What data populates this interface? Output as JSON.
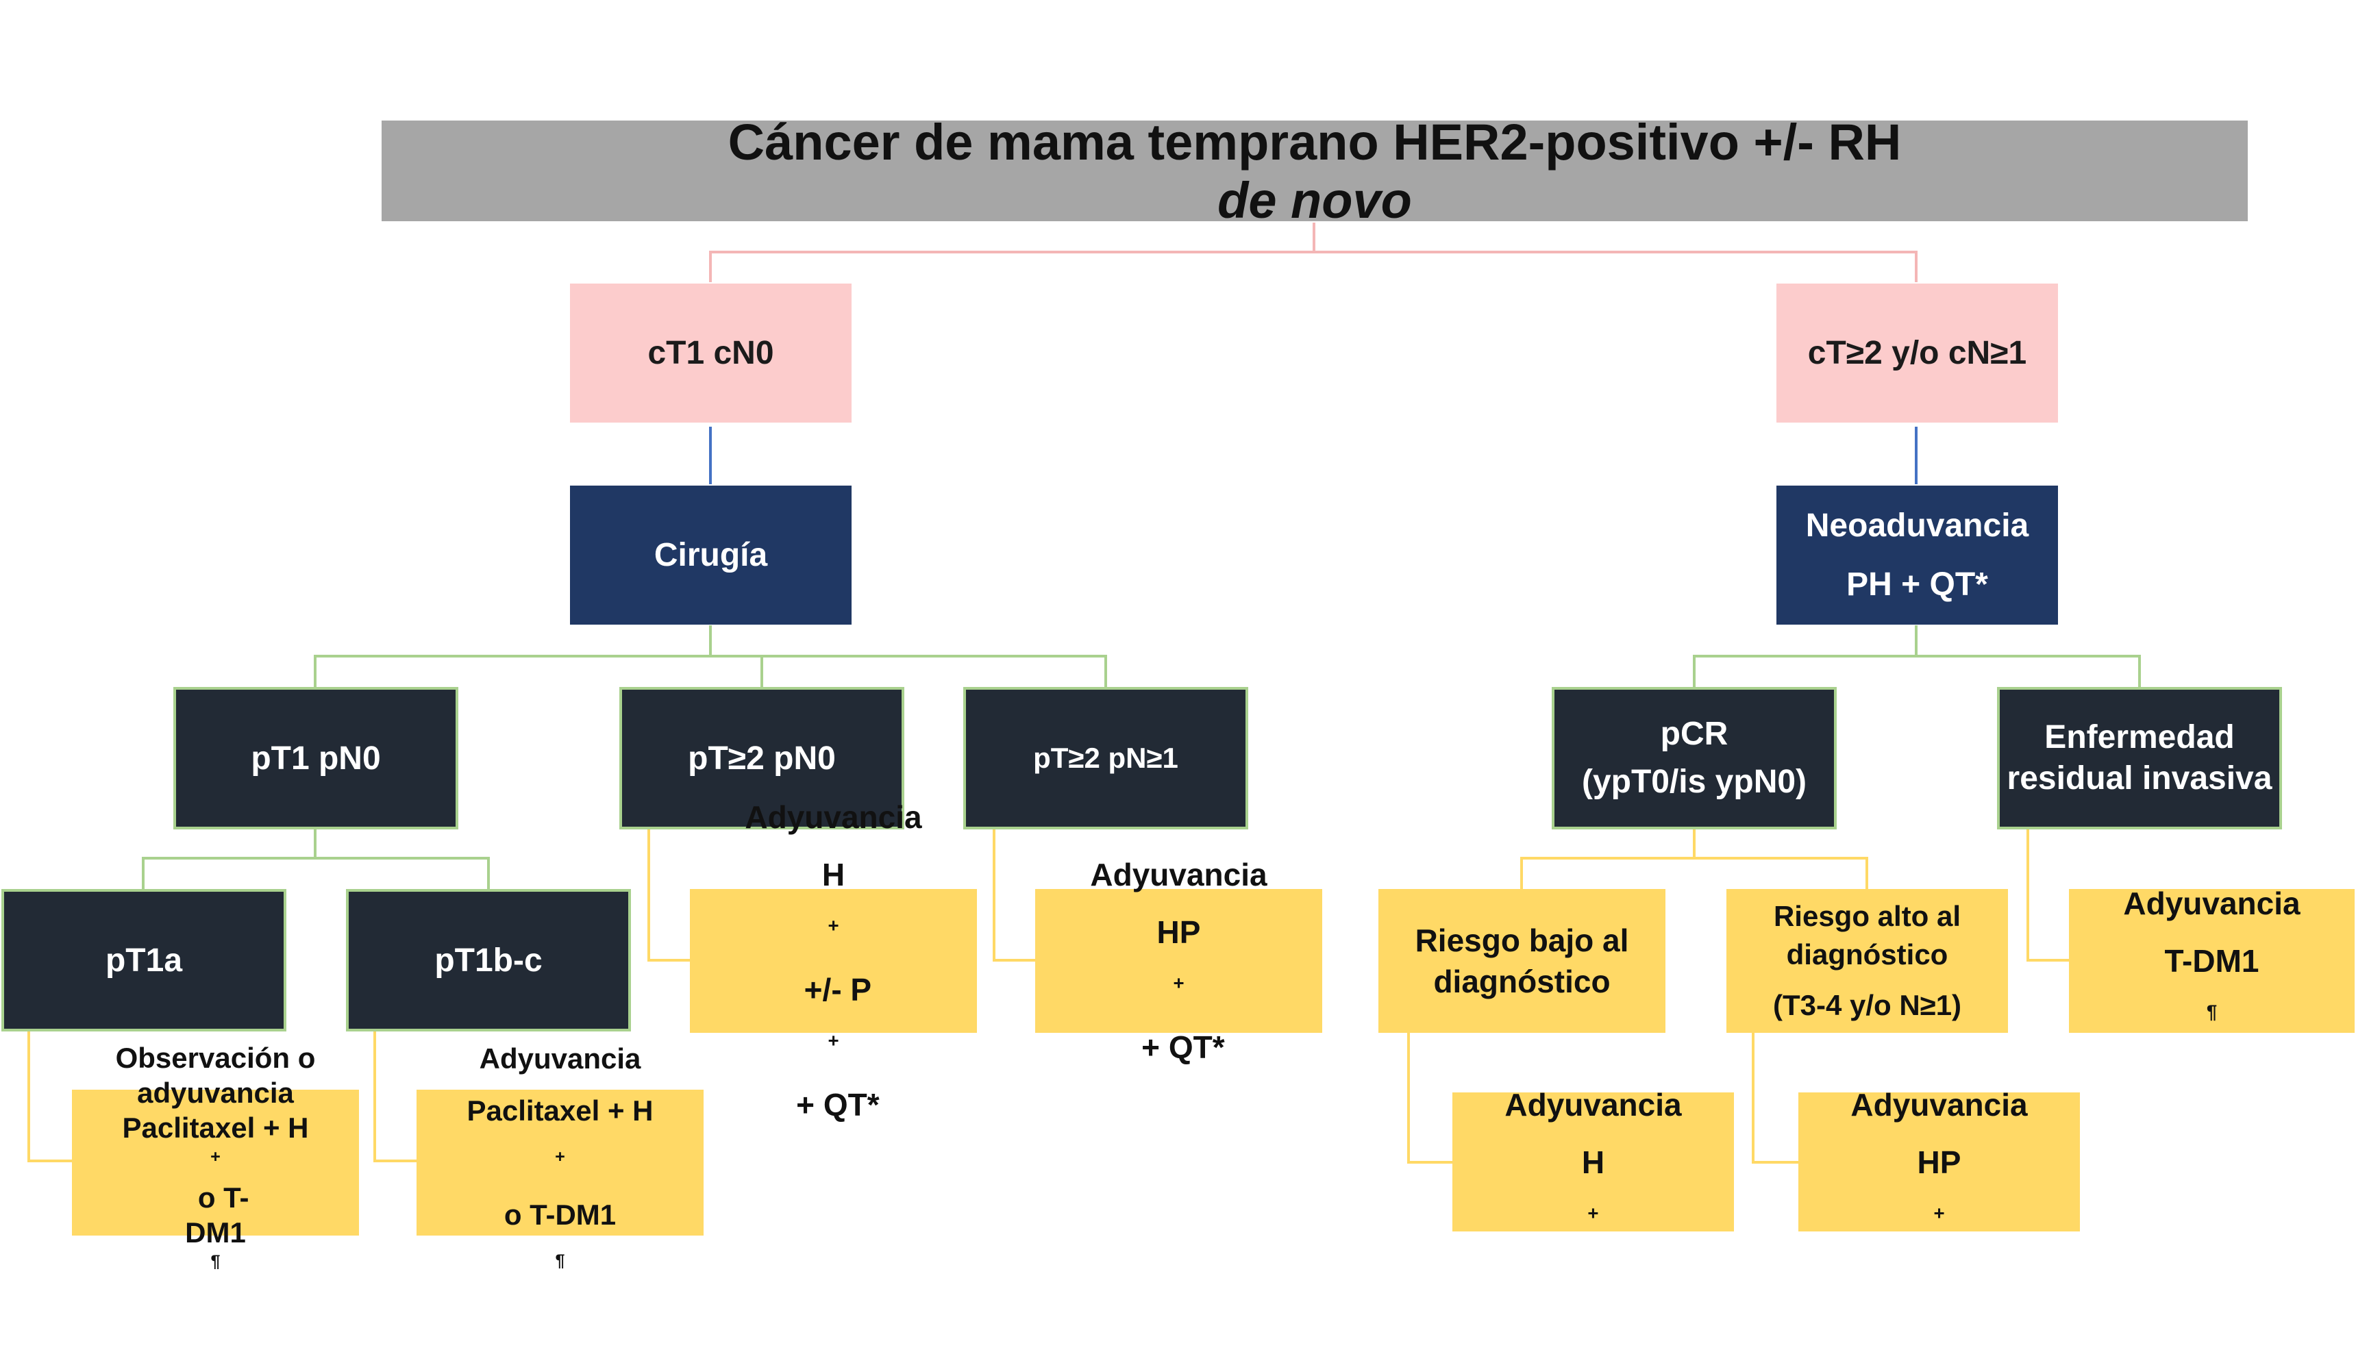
{
  "title": {
    "text": "Cáncer de mama temprano HER2-positivo +/- RH ",
    "emphasis": "de novo"
  },
  "stage_left": "cT1 cN0",
  "stage_right": "cT≥2 y/o cN≥1",
  "treatment_left": "Cirugía",
  "treatment_right": {
    "line1": "Neoaduvancia",
    "line2": "PH + QT*"
  },
  "path_pt1pn0": "pT1 pN0",
  "path_pt2pn0": "pT≥2 pN0",
  "path_pt2pn1": "pT≥2 pN≥1",
  "path_pcr": {
    "line1": "pCR",
    "line2": "(ypT0/is ypN0)"
  },
  "path_residual": {
    "line1": "Enfermedad",
    "line2": "residual invasiva"
  },
  "sub_pt1a": "pT1a",
  "sub_pt1bc": "pT1b-c",
  "risk_low": {
    "line1": "Riesgo bajo al",
    "line2": "diagnóstico"
  },
  "risk_high": {
    "line1": "Riesgo alto al",
    "line2": "diagnóstico",
    "line3": "(T3-4 y/o N≥1)"
  },
  "leaf_pt1a": {
    "line1": "Observación o",
    "line2": "adyuvancia",
    "line3a": "Paclitaxel + H",
    "line3b": "  o T-",
    "line4": "DM1",
    "sup_plus": "+",
    "sup_pilcrow": "¶"
  },
  "leaf_pt1bc": {
    "line1": "Adyuvancia",
    "line2": "Paclitaxel + H",
    "line3": "o T-DM1",
    "sup_plus": "+",
    "sup_pilcrow": "¶"
  },
  "leaf_pt2pn0": {
    "line1": "Adyuvancia",
    "h": "H",
    "mid": " +/- P",
    "end": " + QT*",
    "sup_plus": "+"
  },
  "leaf_pt2pn1": {
    "line1": "Adyuvancia",
    "hp": "HP",
    "end": " + QT*",
    "sup_plus": "+"
  },
  "leaf_low": {
    "line1": "Adyuvancia",
    "h": "H",
    "sup_plus": "+"
  },
  "leaf_high": {
    "line1": "Adyuvancia",
    "hp": "HP",
    "sup_plus": "+"
  },
  "leaf_residual": {
    "line1": "Adyuvancia",
    "tdm1": "T-DM1",
    "sup_pilcrow": "¶"
  },
  "colors": {
    "title": "#a6a6a6",
    "pink": "#fccccc",
    "navy": "#203864",
    "dark": "#222a35",
    "leaf": "#ffd966",
    "green_line": "#a9d18e",
    "blue_line": "#4472c4",
    "pink_line": "#f4b6b6",
    "yellow_line": "#ffd966"
  }
}
